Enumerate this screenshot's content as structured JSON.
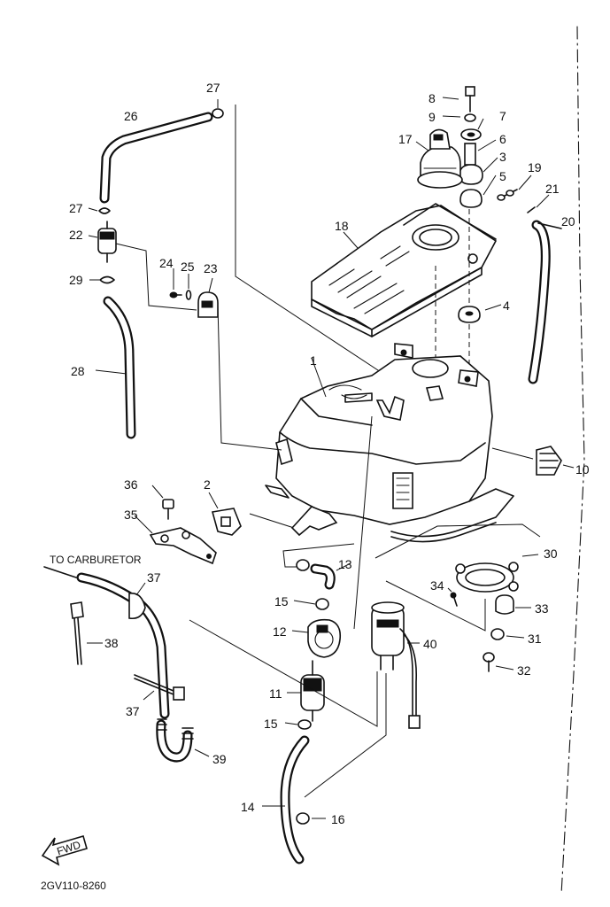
{
  "diagram": {
    "drawing_code": "2GV110-8260",
    "carburetor_note": "TO CARBURETOR",
    "fwd_arrow_text": "FWD",
    "callouts": [
      {
        "id": "1",
        "text": "1"
      },
      {
        "id": "2",
        "text": "2"
      },
      {
        "id": "3",
        "text": "3"
      },
      {
        "id": "4",
        "text": "4"
      },
      {
        "id": "5",
        "text": "5"
      },
      {
        "id": "6",
        "text": "6"
      },
      {
        "id": "7",
        "text": "7"
      },
      {
        "id": "8",
        "text": "8"
      },
      {
        "id": "9",
        "text": "9"
      },
      {
        "id": "10",
        "text": "10"
      },
      {
        "id": "11",
        "text": "11"
      },
      {
        "id": "12",
        "text": "12"
      },
      {
        "id": "13",
        "text": "13"
      },
      {
        "id": "14",
        "text": "14"
      },
      {
        "id": "15a",
        "text": "15"
      },
      {
        "id": "15b",
        "text": "15"
      },
      {
        "id": "16",
        "text": "16"
      },
      {
        "id": "17",
        "text": "17"
      },
      {
        "id": "18",
        "text": "18"
      },
      {
        "id": "19",
        "text": "19"
      },
      {
        "id": "20",
        "text": "20"
      },
      {
        "id": "21",
        "text": "21"
      },
      {
        "id": "22",
        "text": "22"
      },
      {
        "id": "23",
        "text": "23"
      },
      {
        "id": "24",
        "text": "24"
      },
      {
        "id": "25",
        "text": "25"
      },
      {
        "id": "26",
        "text": "26"
      },
      {
        "id": "27a",
        "text": "27"
      },
      {
        "id": "27b",
        "text": "27"
      },
      {
        "id": "28",
        "text": "28"
      },
      {
        "id": "29",
        "text": "29"
      },
      {
        "id": "30",
        "text": "30"
      },
      {
        "id": "31",
        "text": "31"
      },
      {
        "id": "32",
        "text": "32"
      },
      {
        "id": "33",
        "text": "33"
      },
      {
        "id": "34",
        "text": "34"
      },
      {
        "id": "35",
        "text": "35"
      },
      {
        "id": "36",
        "text": "36"
      },
      {
        "id": "37a",
        "text": "37"
      },
      {
        "id": "37b",
        "text": "37"
      },
      {
        "id": "38",
        "text": "38"
      },
      {
        "id": "39",
        "text": "39"
      },
      {
        "id": "40",
        "text": "40"
      }
    ]
  }
}
